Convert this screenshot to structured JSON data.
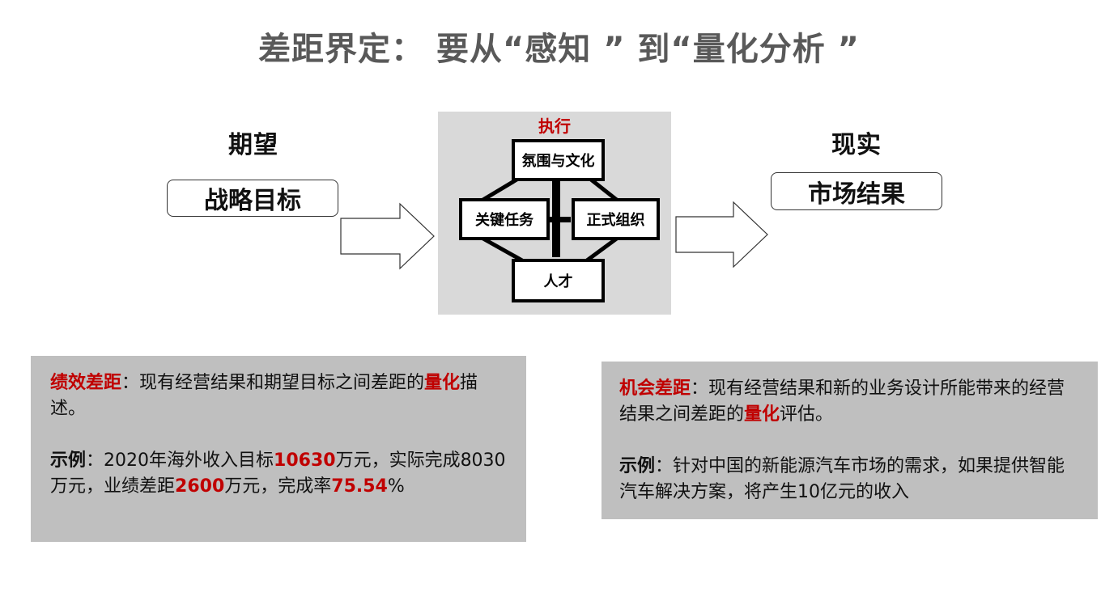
{
  "title": "差距界定： 要从“感知 ” 到“量化分析 ”",
  "colors": {
    "accent_red": "#c00000",
    "title_gray": "#595959",
    "panel_gray": "#d9d9d9",
    "box_gray": "#bfbfbf"
  },
  "left": {
    "heading": "期望",
    "pill": "战略目标"
  },
  "right": {
    "heading": "现实",
    "pill": "市场结果"
  },
  "center": {
    "label": "执行",
    "top": "氛围与文化",
    "left": "关键任务",
    "right": "正式组织",
    "bottom": "人才"
  },
  "box_left": {
    "term": "绩效差距",
    "def_a": "：现有经营结果和期望目标之间差距的",
    "def_em": "量化",
    "def_b": "描述。",
    "ex_label": "示例",
    "ex_a": "：2020年海外收入目标",
    "ex_v1": "10630",
    "ex_b": "万元，实际完成8030万元，业绩差距",
    "ex_v2": "2600",
    "ex_c": "万元，完成率",
    "ex_v3": "75.54",
    "ex_d": "%"
  },
  "box_right": {
    "term": "机会差距",
    "def_a": "：现有经营结果和新的业务设计所能带来的经营结果之间差距的",
    "def_em": "量化",
    "def_b": "评估。",
    "ex_label": "示例",
    "ex_a": "：针对中国的新能源汽车市场的需求，如果提供智能汽车解决方案，将产生10亿元的收入"
  }
}
